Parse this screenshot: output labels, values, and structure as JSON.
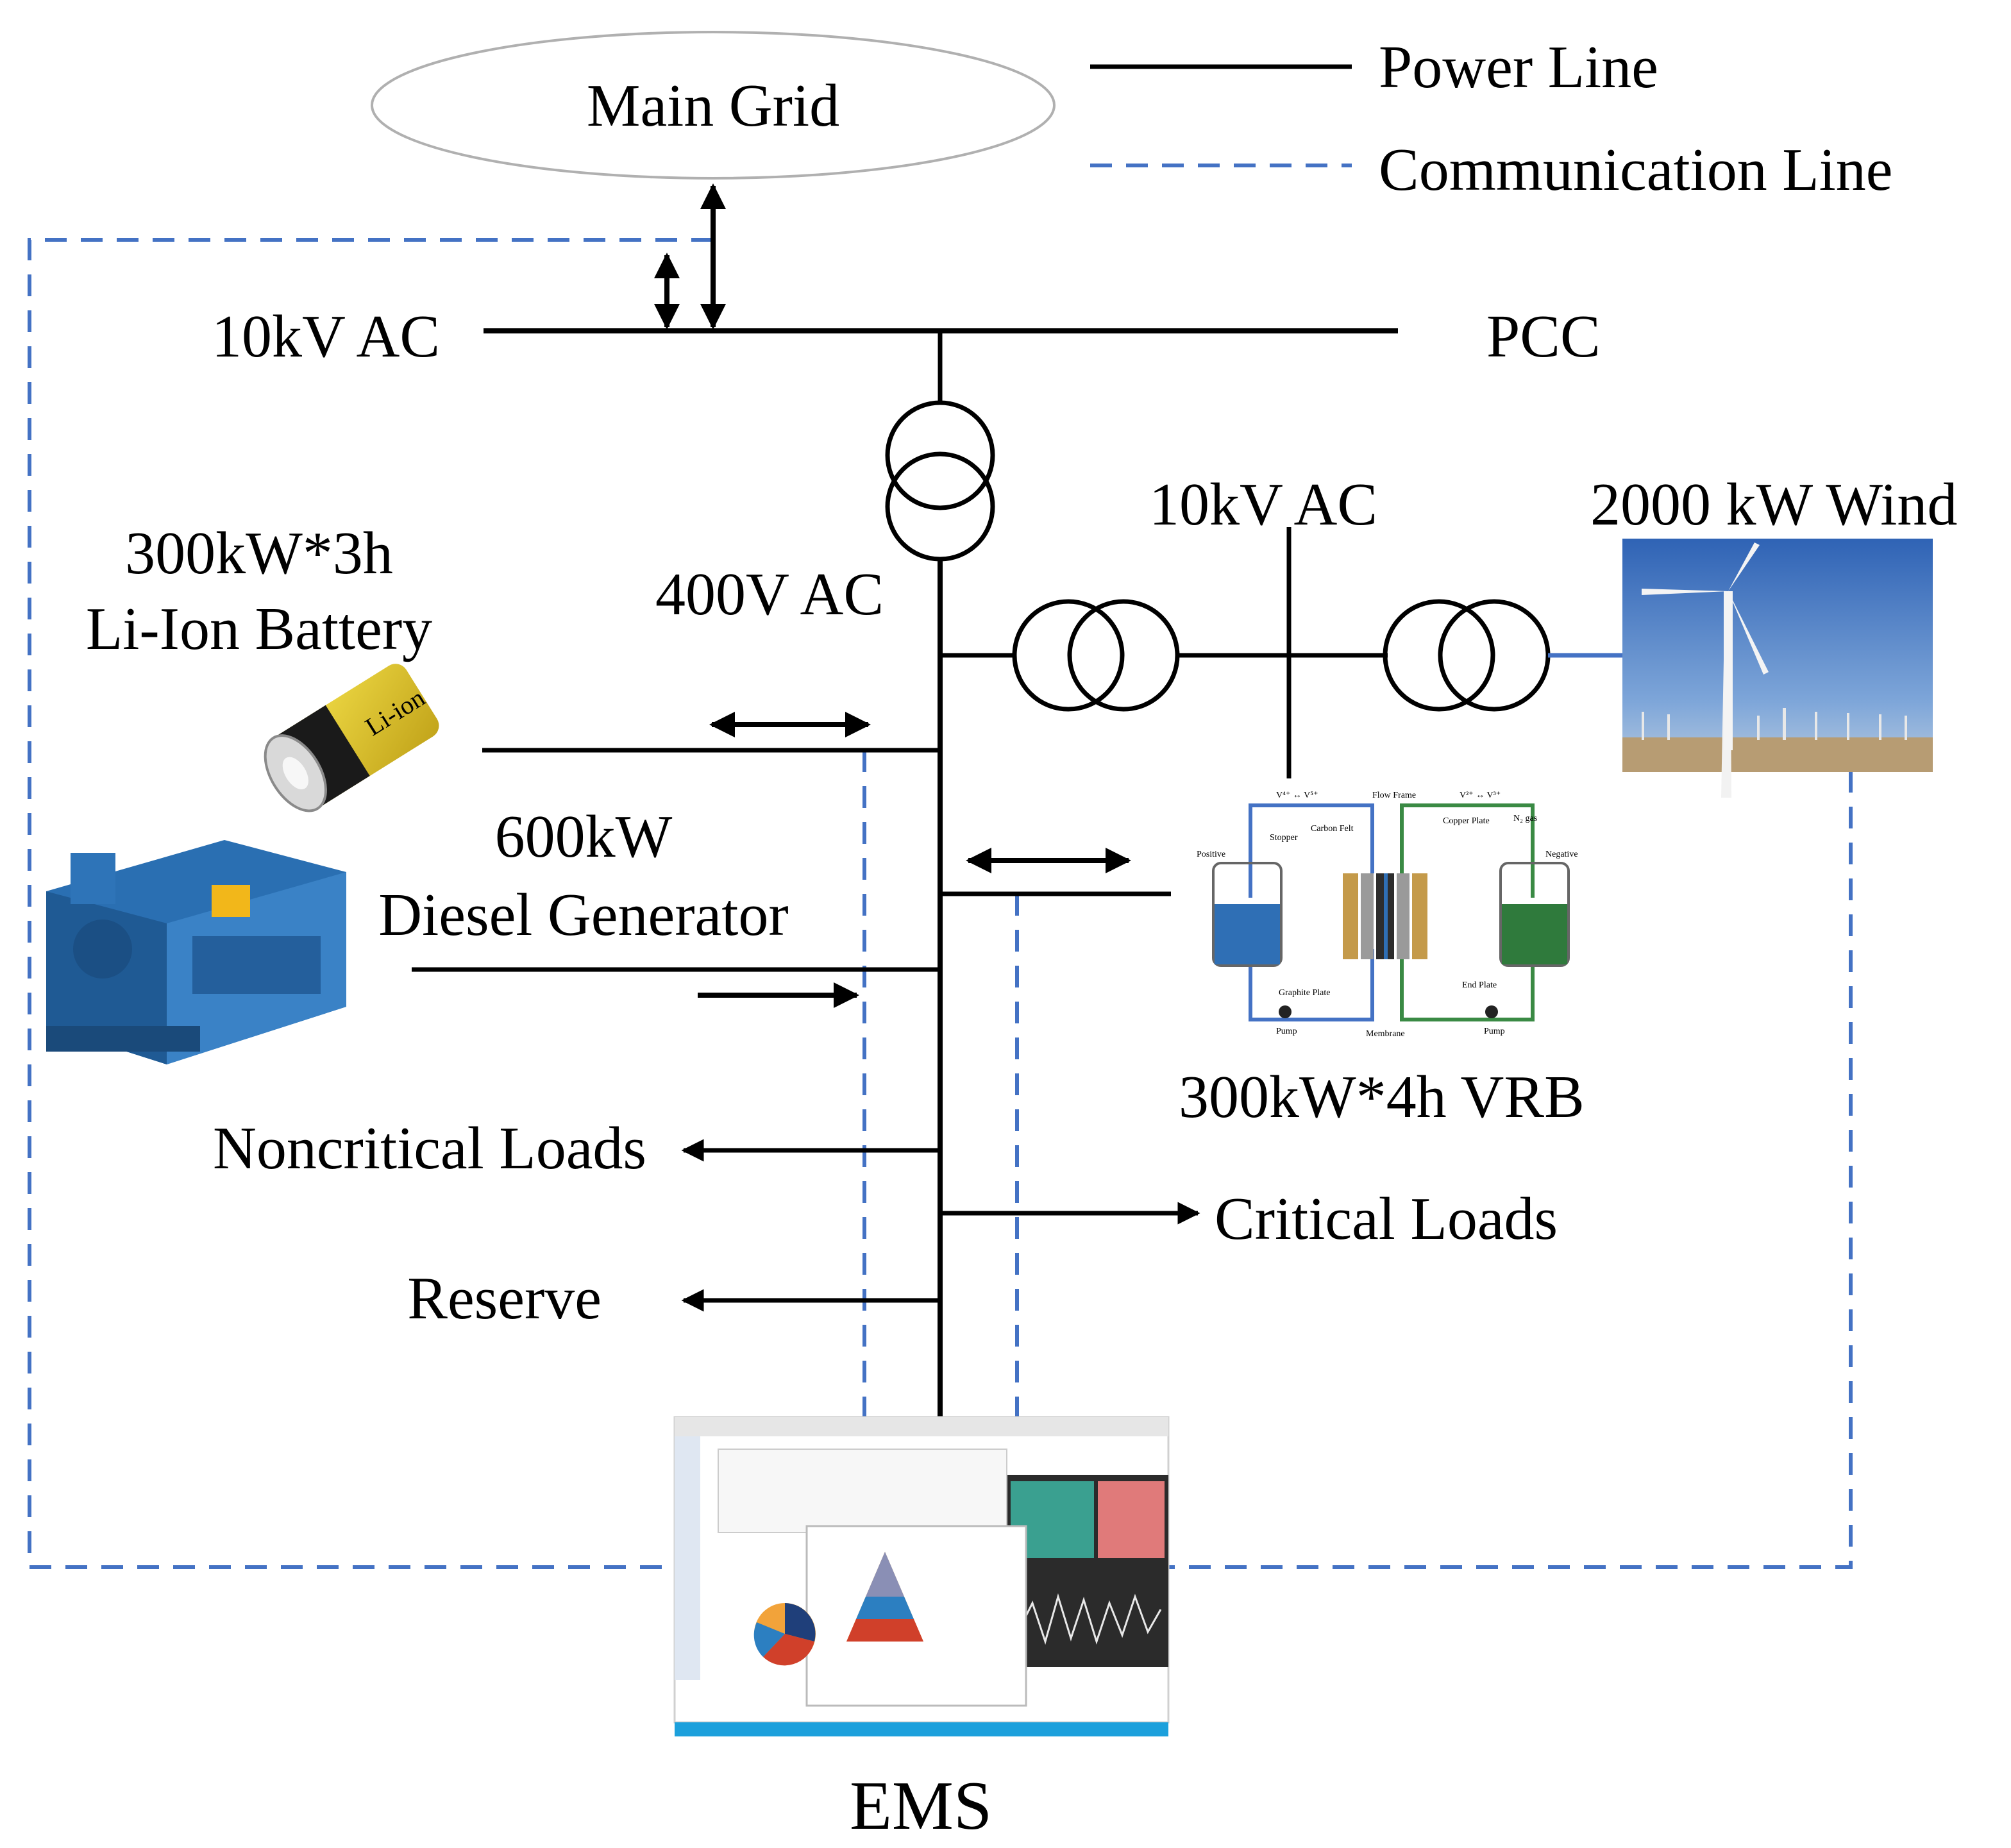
{
  "legend": {
    "power_line": "Power Line",
    "communication_line": "Communication Line"
  },
  "nodes": {
    "main_grid": "Main Grid",
    "pcc": "PCC",
    "bus_10kv_main": "10kV AC",
    "bus_400v": "400V AC",
    "bus_10kv_wind": "10kV AC",
    "battery_power": "300kW*3h",
    "battery_type": "Li-Ion Battery",
    "diesel_power": "600kW",
    "diesel_type": "Diesel Generator",
    "vrb": "300kW*4h VRB",
    "wind": "2000 kW Wind",
    "noncritical_loads": "Noncritical Loads",
    "critical_loads": "Critical Loads",
    "reserve": "Reserve",
    "ems": "EMS"
  },
  "battery_label": "Li-ion",
  "vrb_schematic": {
    "positive": "Positive",
    "negative": "Negative",
    "stopper": "Stopper",
    "carbon_felt": "Carbon Felt",
    "flow_frame": "Flow Frame",
    "copper_plate": "Copper Plate",
    "n2_gas": "N₂ gas",
    "graphite_plate": "Graphite Plate",
    "end_plate": "End Plate",
    "membrane": "Membrane",
    "pump_left": "Pump",
    "pump_right": "Pump",
    "ion_left": "V⁴⁺ ↔ V⁵⁺",
    "ion_right": "V²⁺ ↔ V³⁺"
  },
  "colors": {
    "power_line": "#000000",
    "communication_line": "#4472c4",
    "ellipse_stroke": "#b0b0b0",
    "ems_bar": "#1ca0dc"
  }
}
